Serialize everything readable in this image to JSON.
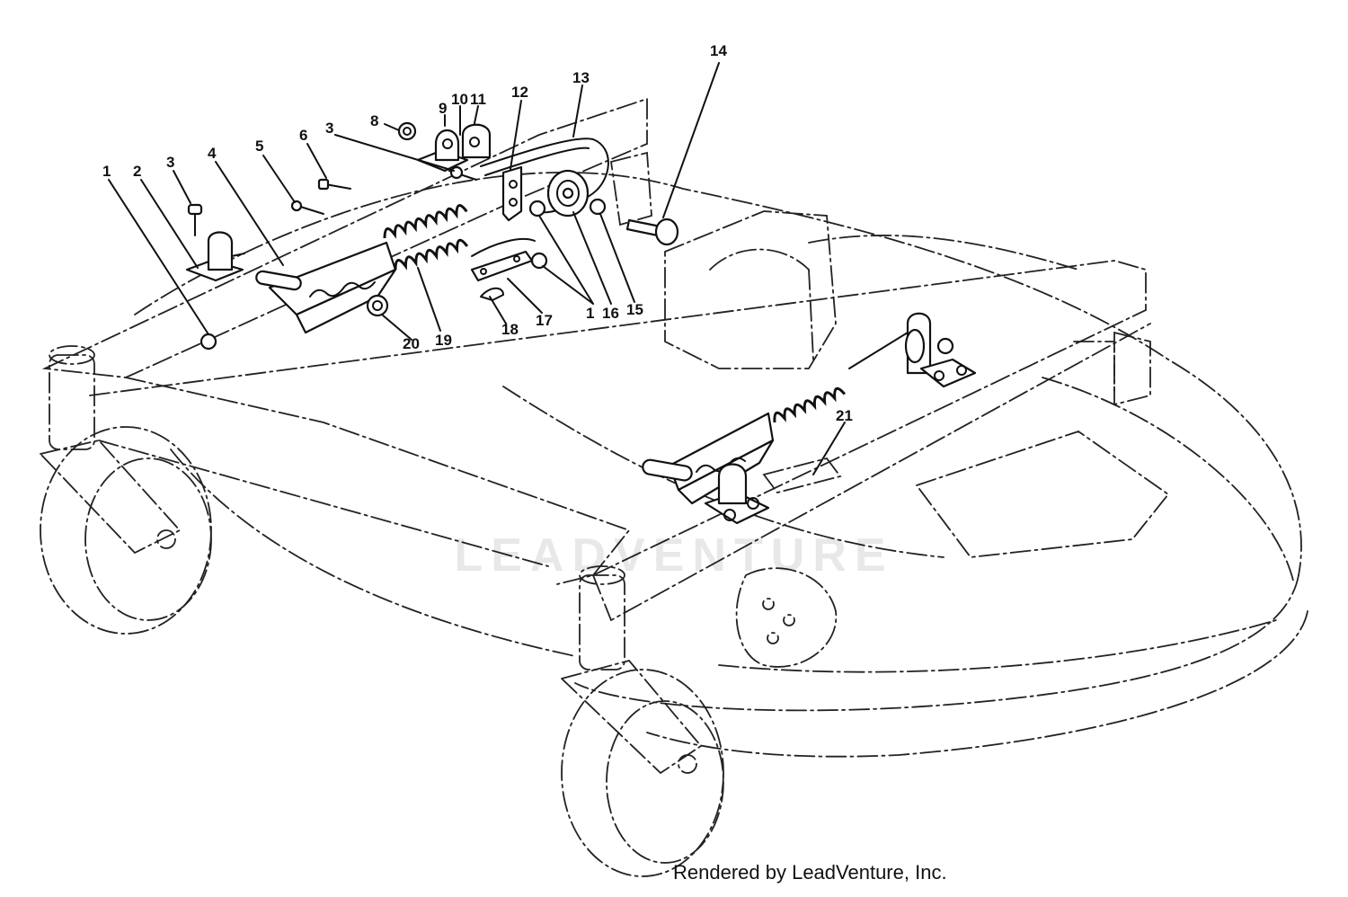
{
  "callouts": [
    {
      "id": "c1a",
      "text": "1"
    },
    {
      "id": "c2",
      "text": "2"
    },
    {
      "id": "c3a",
      "text": "3"
    },
    {
      "id": "c4",
      "text": "4"
    },
    {
      "id": "c5",
      "text": "5"
    },
    {
      "id": "c6",
      "text": "6"
    },
    {
      "id": "c3b",
      "text": "3"
    },
    {
      "id": "c8",
      "text": "8"
    },
    {
      "id": "c9",
      "text": "9"
    },
    {
      "id": "c10",
      "text": "10"
    },
    {
      "id": "c11",
      "text": "11"
    },
    {
      "id": "c12",
      "text": "12"
    },
    {
      "id": "c13",
      "text": "13"
    },
    {
      "id": "c14",
      "text": "14"
    },
    {
      "id": "c15",
      "text": "15"
    },
    {
      "id": "c16",
      "text": "16"
    },
    {
      "id": "c1b",
      "text": "1"
    },
    {
      "id": "c17",
      "text": "17"
    },
    {
      "id": "c18",
      "text": "18"
    },
    {
      "id": "c19",
      "text": "19"
    },
    {
      "id": "c20",
      "text": "20"
    },
    {
      "id": "c21",
      "text": "21"
    }
  ],
  "watermark": "LEADVENTURE",
  "credit": "Rendered by LeadVenture, Inc."
}
